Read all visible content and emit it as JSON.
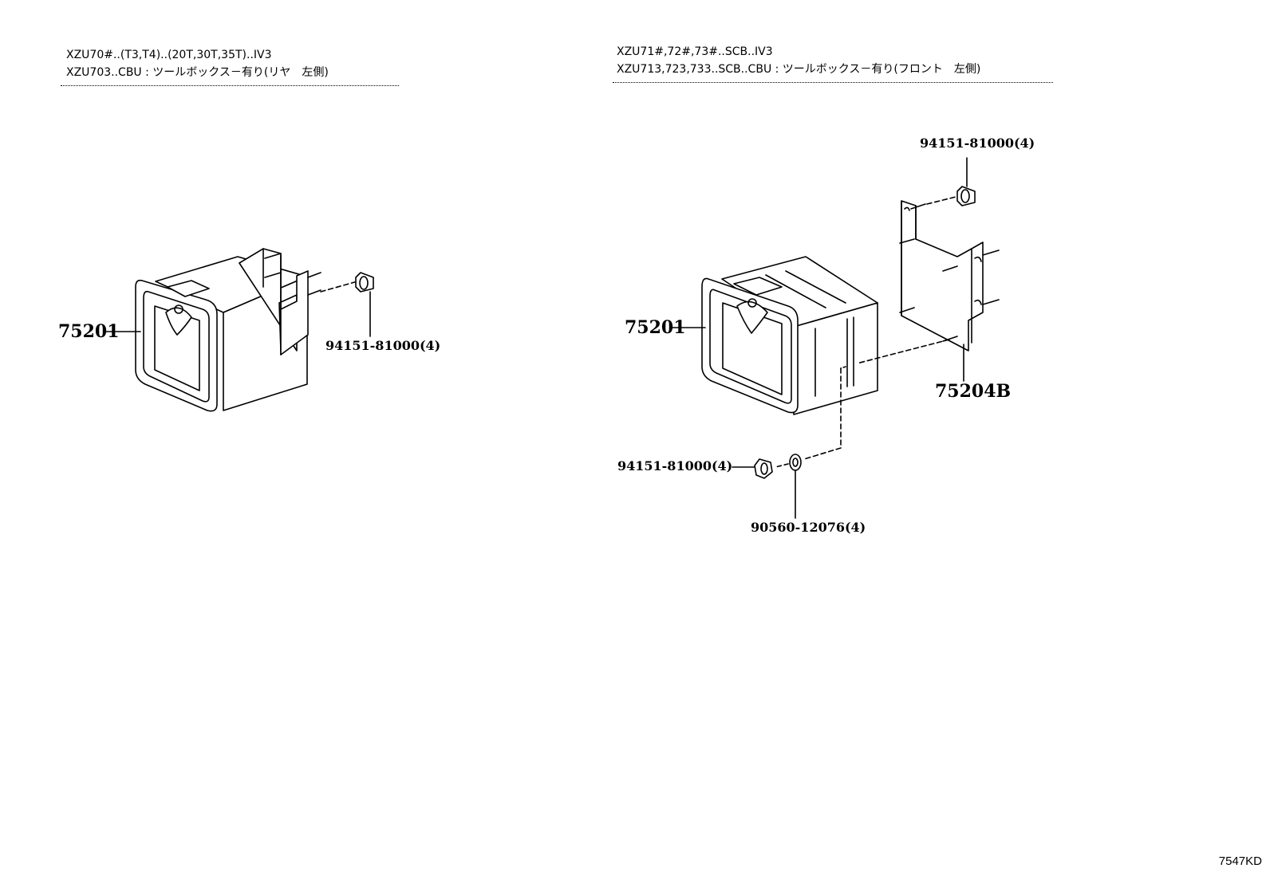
{
  "left_panel": {
    "header_line1": "XZU70#..(T3,T4)..(20T,30T,35T)..IV3",
    "header_line2": "XZU703..CBU : ツールボックス－有り(リヤ　左側)",
    "part_toolbox": "75201",
    "part_bolt": "94151-81000(4)"
  },
  "right_panel": {
    "header_line1": "XZU71#,72#,73#..SCB..IV3",
    "header_line2": "XZU713,723,733..SCB..CBU : ツールボックス－有り(フロント　左側)",
    "part_toolbox": "75201",
    "part_bolt_top": "94151-81000(4)",
    "part_bracket": "75204B",
    "part_bolt_bottom": "94151-81000(4)",
    "part_washer": "90560-12076(4)"
  },
  "illustration_code": "7547KD"
}
